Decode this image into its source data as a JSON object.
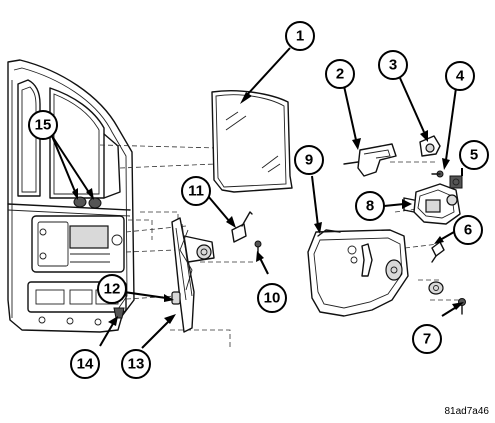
{
  "callouts": [
    {
      "label": "1"
    },
    {
      "label": "2"
    },
    {
      "label": "3"
    },
    {
      "label": "4"
    },
    {
      "label": "5"
    },
    {
      "label": "6"
    },
    {
      "label": "7"
    },
    {
      "label": "8"
    },
    {
      "label": "9"
    },
    {
      "label": "10"
    },
    {
      "label": "11"
    },
    {
      "label": "12"
    },
    {
      "label": "13"
    },
    {
      "label": "14"
    },
    {
      "label": "15"
    }
  ],
  "figure_code": "81ad7a46"
}
